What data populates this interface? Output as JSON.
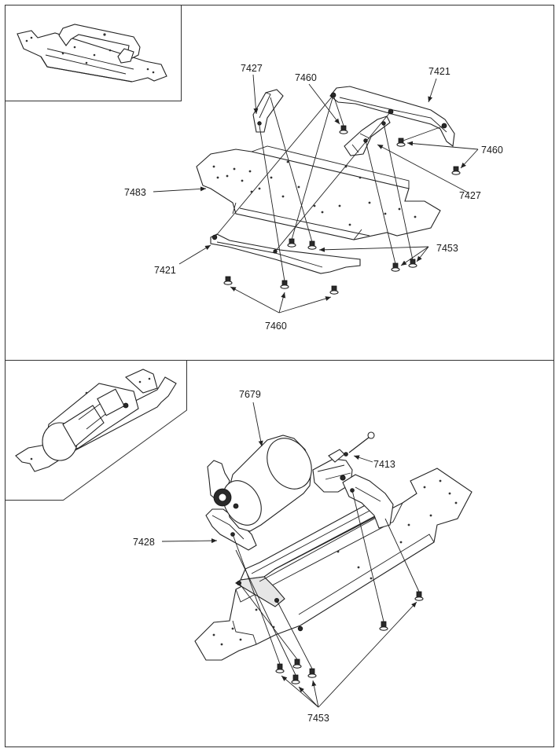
{
  "panels": [
    {
      "name": "upper-assembly",
      "labels": [
        {
          "id": "lbl-7427-a",
          "text": "7427"
        },
        {
          "id": "lbl-7460-a",
          "text": "7460"
        },
        {
          "id": "lbl-7421-a",
          "text": "7421"
        },
        {
          "id": "lbl-7460-b",
          "text": "7460"
        },
        {
          "id": "lbl-7483",
          "text": "7483"
        },
        {
          "id": "lbl-7427-b",
          "text": "7427"
        },
        {
          "id": "lbl-7453-a",
          "text": "7453"
        },
        {
          "id": "lbl-7421-b",
          "text": "7421"
        },
        {
          "id": "lbl-7460-c",
          "text": "7460"
        }
      ]
    },
    {
      "name": "lower-assembly",
      "labels": [
        {
          "id": "lbl-7679",
          "text": "7679"
        },
        {
          "id": "lbl-7413",
          "text": "7413"
        },
        {
          "id": "lbl-7428",
          "text": "7428"
        },
        {
          "id": "lbl-7453-b",
          "text": "7453"
        }
      ]
    }
  ],
  "colors": {
    "line": "#222222",
    "background": "#ffffff",
    "frame": "#333333"
  }
}
